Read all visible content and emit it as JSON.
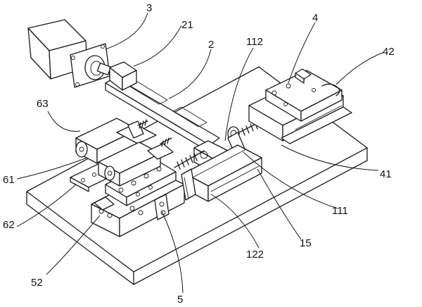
{
  "labels": {
    "l3": "3",
    "l21": "21",
    "l2": "2",
    "l112": "112",
    "l4": "4",
    "l42": "42",
    "l63": "63",
    "l61": "61",
    "l62": "62",
    "l41": "41",
    "l111": "111",
    "l15": "15",
    "l122": "122",
    "l52": "52",
    "l5": "5"
  },
  "colors": {
    "line": "#1a1a1a",
    "background": "#ffffff"
  }
}
